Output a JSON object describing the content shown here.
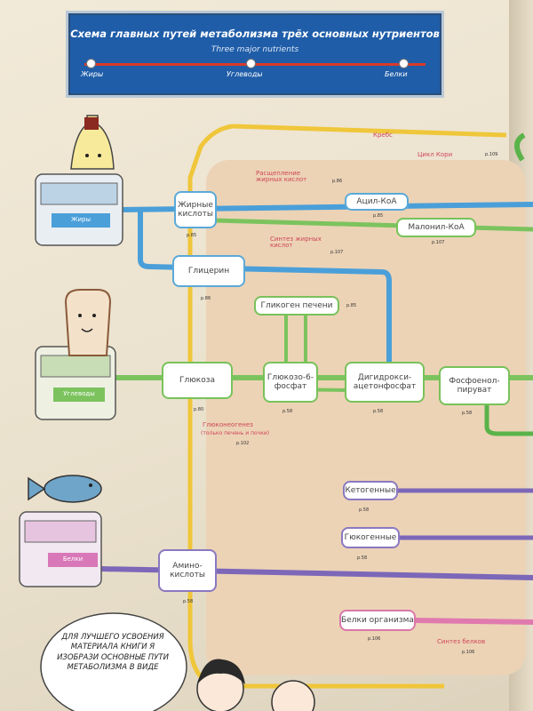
{
  "header": {
    "title": "Схема главных путей метаболизма трёх основных нутриентов",
    "subtitle": "Three major nutrients",
    "lines": [
      "Жиры",
      "Углеводы",
      "Белки"
    ]
  },
  "lines": {
    "krebs": "Кребс",
    "cori": "Цикл Кори",
    "cori_page": "p.109",
    "fat_breakdown": "Расщепление жирных кислот",
    "fat_breakdown_page": "p.86",
    "fat_synthesis": "Синтез жирных кислот",
    "fat_synthesis_page": "p.107",
    "gluconeogenesis": "Глюконеогенез",
    "gluconeogenesis_note": "(только печень и почки)",
    "gluconeogenesis_page": "p.102",
    "protein_synthesis": "Синтез белков",
    "protein_synthesis_page": "p.106"
  },
  "stations": {
    "fatty_acids": "Жирные кислоты",
    "fatty_acids_page": "p.85",
    "acyl_coa": "Ацил-КоА",
    "acyl_coa_page": "p.85",
    "malonyl_coa": "Малонил-КоА",
    "malonyl_coa_page": "p.107",
    "glycerol": "Глицерин",
    "glycerol_page": "p.86",
    "glycogen": "Гликоген печени",
    "glycogen_page": "p.85",
    "glucose": "Глюкоза",
    "glucose_page": "p.80",
    "g6p": "Глюкозо-6-фосфат",
    "g6p_page": "p.58",
    "dhap": "Дигидрокси-ацетонфосфат",
    "dhap_page": "p.58",
    "pep": "Фосфоенол-пируват",
    "pep_page": "p.58",
    "ketogenic": "Кетогенные",
    "ketogenic_page": "p.58",
    "glucogenic": "Гюкогенные",
    "glucogenic_page": "p.58",
    "amino_acids": "Амино-кислоты",
    "amino_acids_page": "p.58",
    "body_proteins": "Белки организма",
    "body_proteins_page": "p.106"
  },
  "trains": {
    "fats": "Жиры",
    "carbs": "Углеводы",
    "proteins": "Белки"
  },
  "bubble": {
    "text": "ДЛЯ ЛУЧШЕГО УСВОЕНИЯ МАТЕРИАЛА КНИГИ Я ИЗОБРАЗИ ОСНОВНЫЕ ПУТИ МЕТАБОЛИЗМА В ВИДЕ"
  },
  "colors": {
    "fat_line": "#4a9fd9",
    "carb_line": "#7cc35e",
    "protein_line": "#7c67b8",
    "krebs_line": "#f0c63a",
    "pink_line": "#e07aae",
    "zone": "#ecd3b6"
  }
}
